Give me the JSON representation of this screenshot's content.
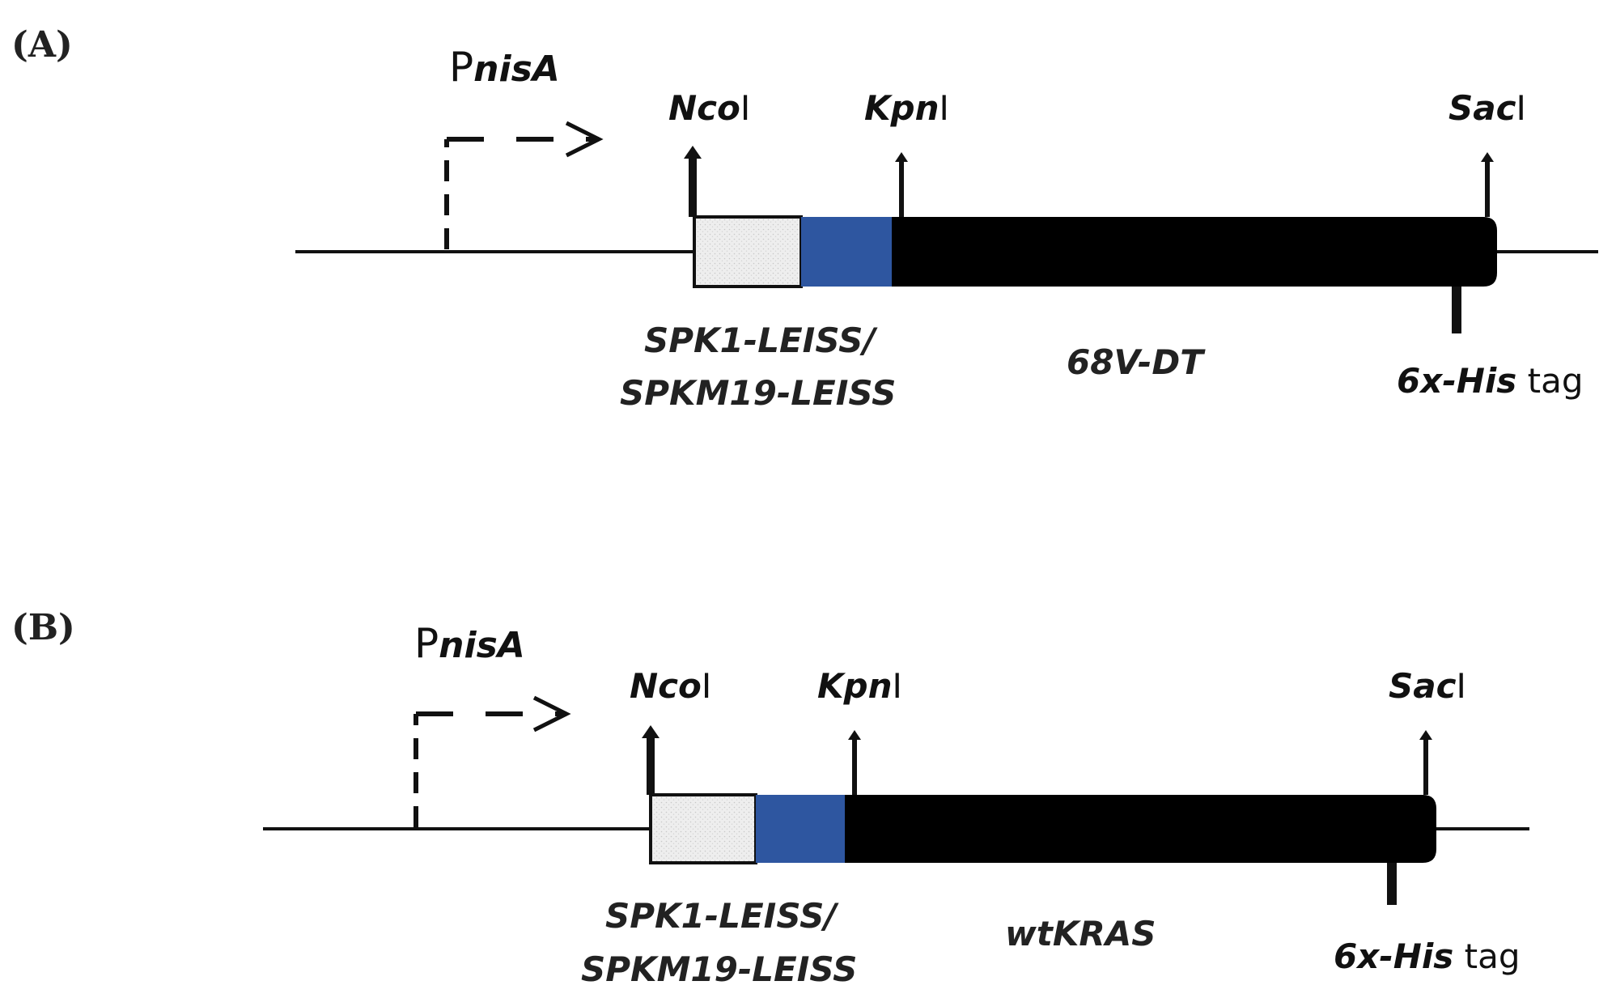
{
  "panels": [
    {
      "label": "(A)",
      "promoter": {
        "letter": "P",
        "sub": "nisA"
      },
      "sites": [
        {
          "name": "Nco",
          "suffix": "I"
        },
        {
          "name": "Kpn",
          "suffix": "I"
        },
        {
          "name": "Sac",
          "suffix": "I"
        }
      ],
      "signal_label": [
        "SPK1-LEISS/",
        "SPKM19-LEISS"
      ],
      "gene_label": "68V-DT",
      "tag_label": {
        "name": "6x-His",
        "suffix": " tag"
      }
    },
    {
      "label": "(B)",
      "promoter": {
        "letter": "P",
        "sub": "nisA"
      },
      "sites": [
        {
          "name": "Nco",
          "suffix": "I"
        },
        {
          "name": "Kpn",
          "suffix": "I"
        },
        {
          "name": "Sac",
          "suffix": "I"
        }
      ],
      "signal_label": [
        "SPK1-LEISS/",
        "SPKM19-LEISS"
      ],
      "gene_label": "wtKRAS",
      "tag_label": {
        "name": "6x-His",
        "suffix": " tag"
      }
    }
  ],
  "colors": {
    "line": "#111111",
    "signal_box": "#e8e8e8",
    "linker_box": "#2e56a0",
    "gene_box": "#000000"
  }
}
